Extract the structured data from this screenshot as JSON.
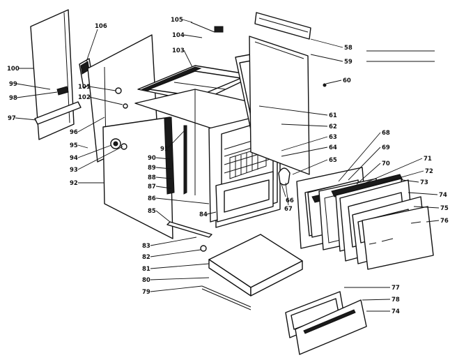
{
  "callouts": [
    "105",
    "104",
    "103",
    "100",
    "106",
    "99",
    "98",
    "97",
    "101",
    "102",
    "96",
    "95",
    "94",
    "93",
    "92",
    "91",
    "90",
    "89",
    "88",
    "87",
    "86",
    "85",
    "84",
    "83",
    "82",
    "81",
    "80",
    "79",
    "78",
    "77",
    "76",
    "75",
    "74",
    "73",
    "72",
    "71",
    "70",
    "69",
    "68",
    "67",
    "66",
    "65",
    "64",
    "63",
    "62",
    "61",
    "60",
    "59",
    "58"
  ]
}
